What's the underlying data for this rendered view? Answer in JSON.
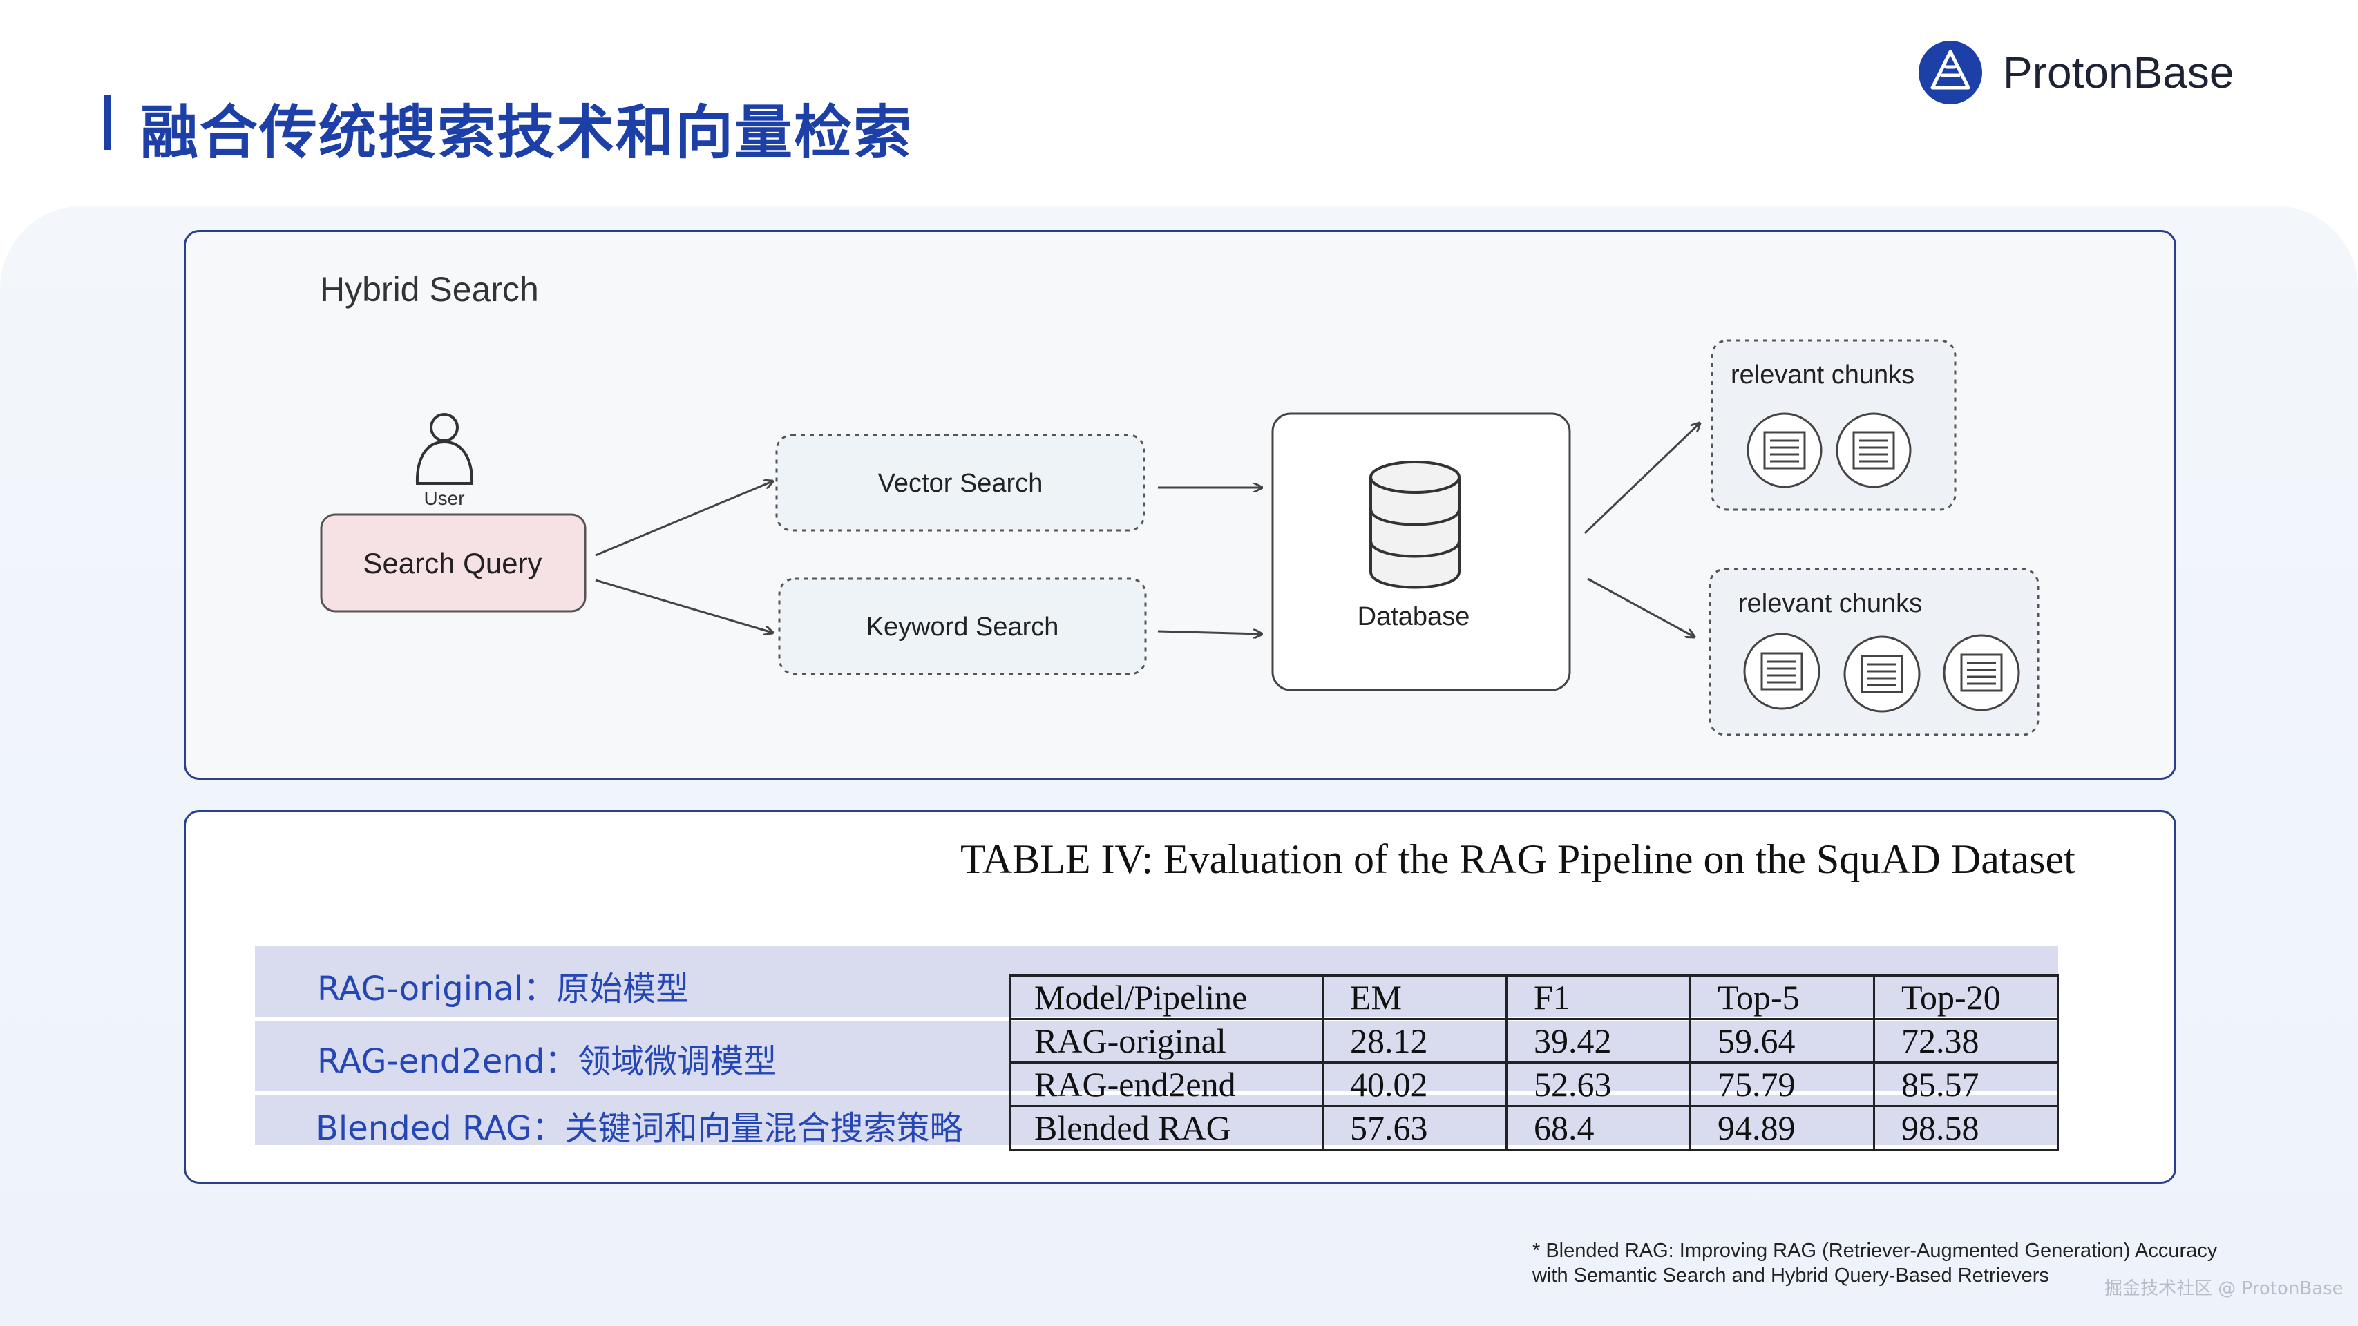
{
  "header": {
    "title": "融合传统搜索技术和向量检索",
    "brand_name": "ProtonBase"
  },
  "diagram": {
    "title": "Hybrid Search",
    "user_label": "User",
    "query_label": "Search Query",
    "vector_search_label": "Vector Search",
    "keyword_search_label": "Keyword Search",
    "database_label": "Database",
    "chunks_top_label": "relevant chunks",
    "chunks_bottom_label": "relevant chunks",
    "chunks_top_count": 2,
    "chunks_bottom_count": 3
  },
  "table": {
    "caption": "TABLE IV: Evaluation of the RAG Pipeline on the SquAD Dataset",
    "headers": [
      "Model/Pipeline",
      "EM",
      "F1",
      "Top-5",
      "Top-20"
    ],
    "rows": [
      [
        "RAG-original",
        "28.12",
        "39.42",
        "59.64",
        "72.38"
      ],
      [
        "RAG-end2end",
        "40.02",
        "52.63",
        "75.79",
        "85.57"
      ],
      [
        "Blended RAG",
        "57.63",
        "68.4",
        "94.89",
        "98.58"
      ]
    ],
    "annotations": [
      "RAG-original：原始模型",
      "RAG-end2end：领域微调模型",
      "Blended RAG：关键词和向量混合搜索策略"
    ]
  },
  "footnote": {
    "line1": "* Blended RAG: Improving RAG (Retriever-Augmented Generation) Accuracy",
    "line2": "with Semantic Search and Hybrid Query-Based Retrievers"
  },
  "watermark": "掘金技术社区 @ ProtonBase",
  "colors": {
    "accent": "#1d3fa8",
    "panel_border": "#2c3f8f",
    "band": "#d9dcef",
    "annotation_text": "#2546b5",
    "query_fill": "#f6e1e4"
  }
}
